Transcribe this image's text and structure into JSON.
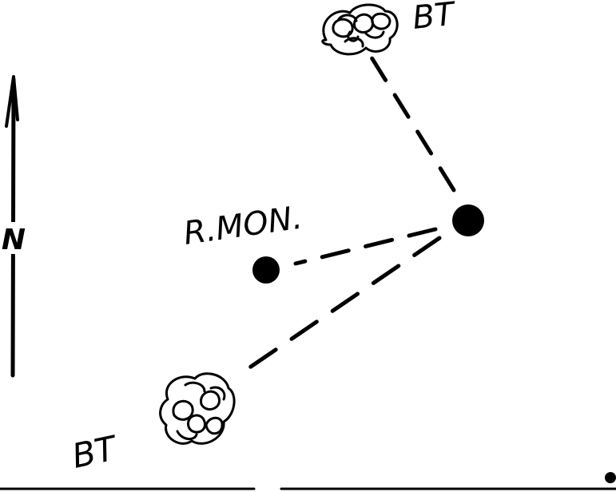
{
  "north_label": "N",
  "reference_monument": {
    "label": "R.MON."
  },
  "bearing_trees": [
    {
      "label": "BT"
    },
    {
      "label": "BT"
    }
  ],
  "colors": {
    "ink": "#000000",
    "paper": "#ffffff"
  }
}
